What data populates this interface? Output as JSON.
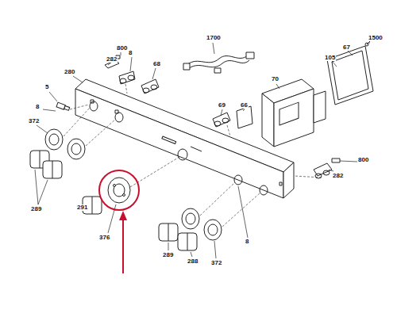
{
  "diagram": {
    "labels": [
      "800",
      "282",
      "8",
      "68",
      "1700",
      "1500",
      "67",
      "105",
      "5",
      "280",
      "70",
      "8",
      "69",
      "66",
      "372",
      "289",
      "291",
      "376",
      "289",
      "288",
      "372",
      "8",
      "800",
      "282"
    ]
  }
}
